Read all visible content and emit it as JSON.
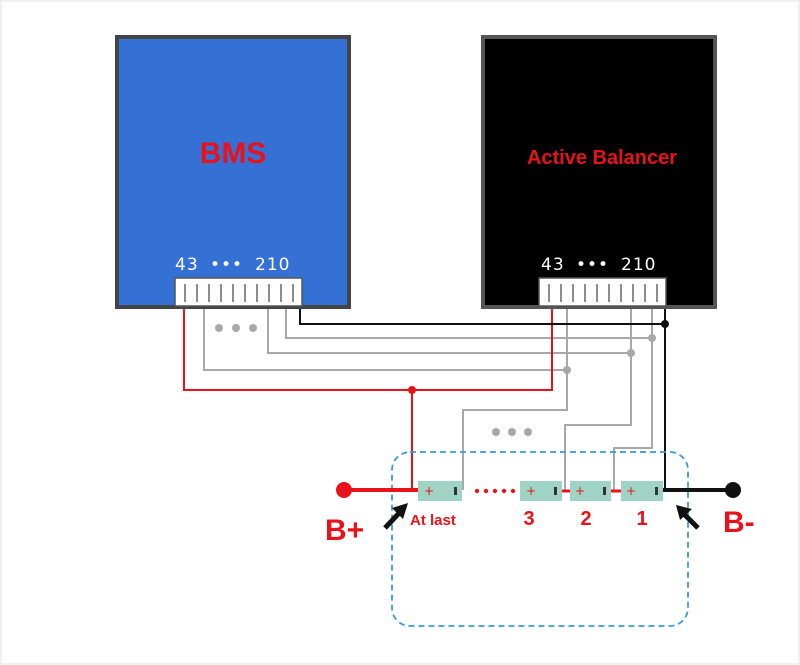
{
  "bms": {
    "title": "BMS",
    "pin_numbers": "43",
    "pin_numbers_right": "210",
    "dots": "•••",
    "color": "#3570d4"
  },
  "balancer": {
    "title": "Active Balancer",
    "pin_numbers": "43",
    "pin_numbers_right": "210",
    "dots": "•••",
    "color": "#000000"
  },
  "cells": {
    "labels": [
      "At last",
      "3",
      "2",
      "1"
    ],
    "plus": "+",
    "minus": "-",
    "series_dots": "• • • •"
  },
  "terminals": {
    "positive": "B+",
    "negative": "B-"
  },
  "colors": {
    "positive_wire": "#e8121b",
    "negative_wire": "#111111",
    "sense_wire": "#a8a8a8",
    "cell_fill": "#9fd3c3",
    "pack_outline": "#3a9ad9"
  }
}
